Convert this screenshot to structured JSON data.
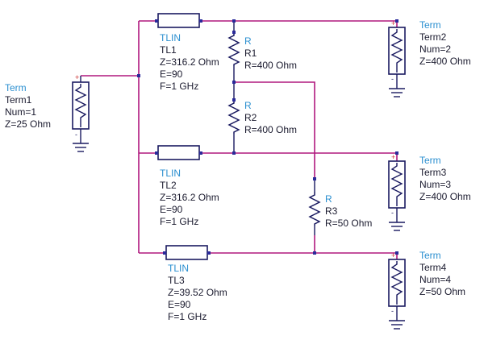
{
  "colors": {
    "wire": "#b0187e",
    "component": "#1a1a60",
    "type_label": "#2b8fd0",
    "text": "#1a1a2e",
    "pin": "#2a2a9a"
  },
  "components": {
    "term1": {
      "type": "Term",
      "name": "Term1",
      "num": "Num=1",
      "z": "Z=25 Ohm"
    },
    "term2": {
      "type": "Term",
      "name": "Term2",
      "num": "Num=2",
      "z": "Z=400 Ohm"
    },
    "term3": {
      "type": "Term",
      "name": "Term3",
      "num": "Num=3",
      "z": "Z=400 Ohm"
    },
    "term4": {
      "type": "Term",
      "name": "Term4",
      "num": "Num=4",
      "z": "Z=50 Ohm"
    },
    "tl1": {
      "type": "TLIN",
      "name": "TL1",
      "z": "Z=316.2 Ohm",
      "e": "E=90",
      "f": "F=1 GHz"
    },
    "tl2": {
      "type": "TLIN",
      "name": "TL2",
      "z": "Z=316.2 Ohm",
      "e": "E=90",
      "f": "F=1 GHz"
    },
    "tl3": {
      "type": "TLIN",
      "name": "TL3",
      "z": "Z=39.52 Ohm",
      "e": "E=90",
      "f": "F=1 GHz"
    },
    "r1": {
      "type": "R",
      "name": "R1",
      "r": "R=400 Ohm"
    },
    "r2": {
      "type": "R",
      "name": "R2",
      "r": "R=400 Ohm"
    },
    "r3": {
      "type": "R",
      "name": "R3",
      "r": "R=50 Ohm"
    }
  }
}
